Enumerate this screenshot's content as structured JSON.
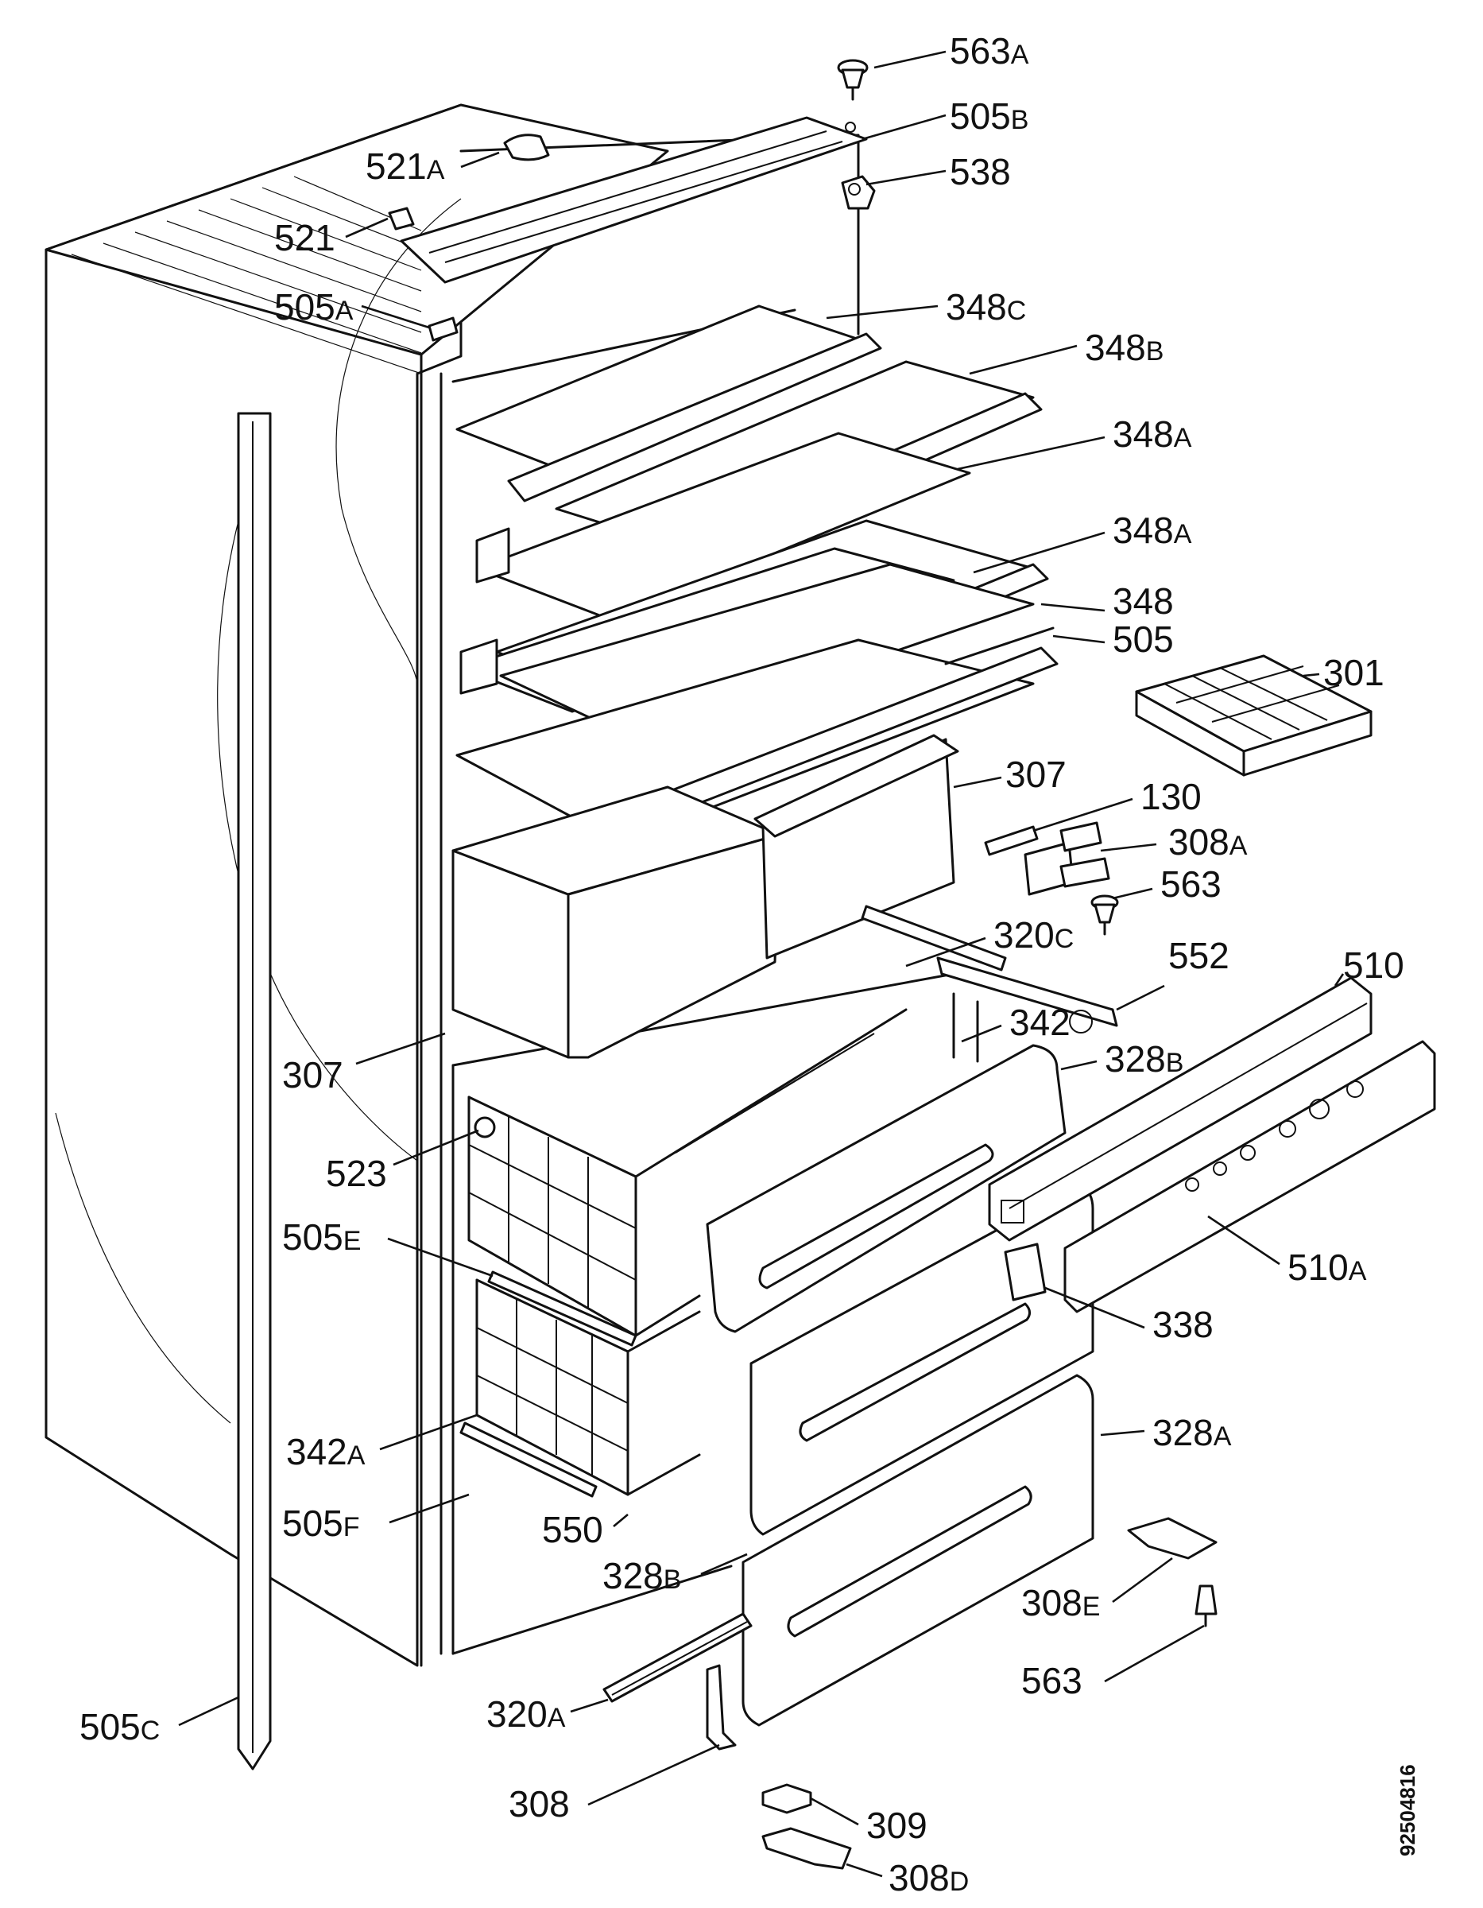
{
  "drawing_number": "92504816",
  "labels": [
    {
      "id": "563A-top",
      "num": "563",
      "suffix": "A"
    },
    {
      "id": "505B",
      "num": "505",
      "suffix": "B"
    },
    {
      "id": "521A",
      "num": "521",
      "suffix": "A"
    },
    {
      "id": "538",
      "num": "538",
      "suffix": ""
    },
    {
      "id": "521",
      "num": "521",
      "suffix": ""
    },
    {
      "id": "505A",
      "num": "505",
      "suffix": "A"
    },
    {
      "id": "348C",
      "num": "348",
      "suffix": "C"
    },
    {
      "id": "348B",
      "num": "348",
      "suffix": "B"
    },
    {
      "id": "348A-1",
      "num": "348",
      "suffix": "A"
    },
    {
      "id": "348A-2",
      "num": "348",
      "suffix": "A"
    },
    {
      "id": "348",
      "num": "348",
      "suffix": ""
    },
    {
      "id": "505",
      "num": "505",
      "suffix": ""
    },
    {
      "id": "301",
      "num": "301",
      "suffix": ""
    },
    {
      "id": "307-upper",
      "num": "307",
      "suffix": ""
    },
    {
      "id": "130",
      "num": "130",
      "suffix": ""
    },
    {
      "id": "308A",
      "num": "308",
      "suffix": "A"
    },
    {
      "id": "563-mid",
      "num": "563",
      "suffix": ""
    },
    {
      "id": "320C",
      "num": "320",
      "suffix": "C"
    },
    {
      "id": "552",
      "num": "552",
      "suffix": ""
    },
    {
      "id": "510",
      "num": "510",
      "suffix": ""
    },
    {
      "id": "342",
      "num": "342",
      "suffix": ""
    },
    {
      "id": "328B-upper",
      "num": "328",
      "suffix": "B"
    },
    {
      "id": "307-lower",
      "num": "307",
      "suffix": ""
    },
    {
      "id": "523",
      "num": "523",
      "suffix": ""
    },
    {
      "id": "510A",
      "num": "510",
      "suffix": "A"
    },
    {
      "id": "338",
      "num": "338",
      "suffix": ""
    },
    {
      "id": "505E",
      "num": "505",
      "suffix": "E"
    },
    {
      "id": "328A",
      "num": "328",
      "suffix": "A"
    },
    {
      "id": "342A",
      "num": "342",
      "suffix": "A"
    },
    {
      "id": "505F",
      "num": "505",
      "suffix": "F"
    },
    {
      "id": "550",
      "num": "550",
      "suffix": ""
    },
    {
      "id": "328B-lower",
      "num": "328",
      "suffix": "B"
    },
    {
      "id": "308E",
      "num": "308",
      "suffix": "E"
    },
    {
      "id": "563-bottom",
      "num": "563",
      "suffix": ""
    },
    {
      "id": "320A",
      "num": "320",
      "suffix": "A"
    },
    {
      "id": "505C",
      "num": "505",
      "suffix": "C"
    },
    {
      "id": "308",
      "num": "308",
      "suffix": ""
    },
    {
      "id": "309",
      "num": "309",
      "suffix": ""
    },
    {
      "id": "308D",
      "num": "308",
      "suffix": "D"
    }
  ]
}
